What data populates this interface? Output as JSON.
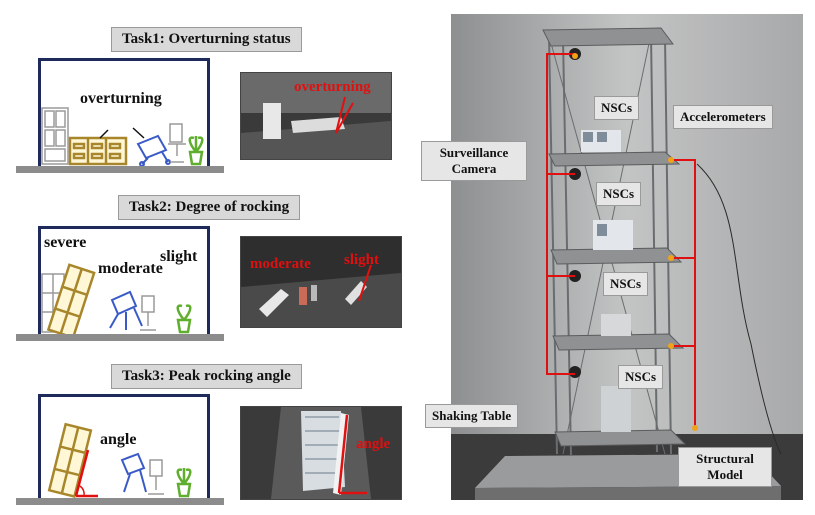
{
  "tasks": [
    {
      "title": "Task1: Overturning status",
      "labels": [
        "overturning"
      ],
      "photo_label": "overturning"
    },
    {
      "title": "Task2: Degree of rocking",
      "labels": [
        "severe",
        "moderate",
        "slight"
      ],
      "photo_labels": [
        "moderate",
        "slight"
      ]
    },
    {
      "title": "Task3: Peak rocking angle",
      "labels": [
        "angle"
      ],
      "photo_label": "angle"
    }
  ],
  "setup": {
    "callouts": {
      "nscs": "NSCs",
      "accelerometers": "Accelerometers",
      "surveillance_camera": "Surveillance Camera",
      "shaking_table": "Shaking Table",
      "structural_model": "Structural Model"
    }
  },
  "colors": {
    "accent_red": "#e01010",
    "room_border": "#1f2a5c",
    "cabinet": "#a8872c",
    "chair": "#3a5bc7",
    "plant": "#5fae2e"
  }
}
